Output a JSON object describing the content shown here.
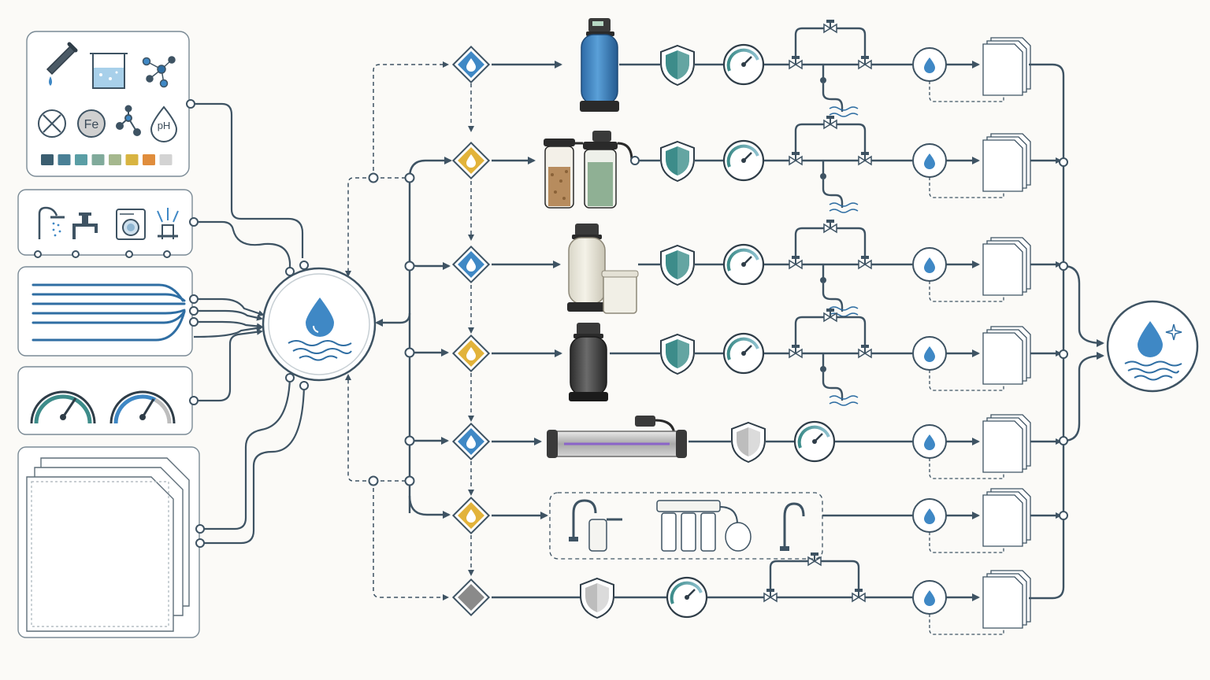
{
  "diagram": {
    "colors": {
      "background": "#fbfaf7",
      "line": "#3e5363",
      "blue_node": "#3f88c5",
      "gold_node": "#e2b33b",
      "gray_node": "#8a8a8a",
      "teal_shield": "#3d8c8a",
      "gray_shield": "#bdbdbd",
      "water": "#2f6ea3"
    },
    "source_panels": [
      {
        "kind": "water-test",
        "chip_text": [
          "Fe",
          "pH"
        ],
        "swatches": [
          "#3b5e70",
          "#4a8096",
          "#5a9ea5",
          "#80aa9b",
          "#a5b88e",
          "#d8b441",
          "#e08d3c",
          "#d3d3d3"
        ]
      },
      {
        "kind": "fixtures",
        "icons": [
          "shower-icon",
          "faucet-icon",
          "washer-icon",
          "sprinkler-icon"
        ]
      },
      {
        "kind": "pipes",
        "icons": [
          "pipe-lines-icon"
        ]
      },
      {
        "kind": "gauges",
        "icons": [
          "pressure-gauge-icon",
          "flow-gauge-icon"
        ]
      },
      {
        "kind": "documents",
        "icons": [
          "document-stack-icon"
        ]
      }
    ],
    "hub": {
      "icon": "water-drop-icon"
    },
    "output": {
      "icon": "clean-water-sparkle-icon"
    },
    "rows": [
      {
        "node": "blue",
        "equipment": "softener-tank-icon",
        "shield": "teal",
        "gauge": true,
        "bypass": true,
        "drain": true
      },
      {
        "node": "gold",
        "equipment": "twin-cartridge-filter-icon",
        "shield": "teal",
        "gauge": true,
        "bypass": true,
        "drain": true
      },
      {
        "node": "blue",
        "equipment": "softener-with-brine-tank-icon",
        "shield": "teal",
        "gauge": true,
        "bypass": true,
        "drain": true
      },
      {
        "node": "gold",
        "equipment": "carbon-filter-tank-icon",
        "shield": "teal",
        "gauge": true,
        "bypass": true,
        "drain": true
      },
      {
        "node": "blue",
        "equipment": "uv-sterilizer-icon",
        "shield": "gray",
        "gauge": true,
        "bypass": false,
        "drain": false
      },
      {
        "node": "gold",
        "equipment": "point-of-use-ro-system-icon",
        "shield": "none",
        "gauge": false,
        "bypass": false,
        "drain": false
      },
      {
        "node": "gray",
        "equipment": "none",
        "shield": "gray",
        "gauge": true,
        "bypass": true,
        "drain": false
      }
    ]
  }
}
